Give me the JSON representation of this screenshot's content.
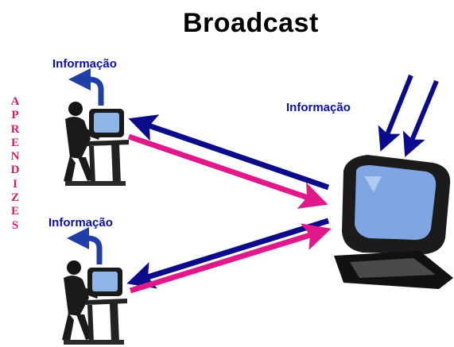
{
  "title": "Broadcast",
  "labels": {
    "info_top": "Informação",
    "info_right": "Informação",
    "info_bottom": "Informação"
  },
  "side_word": [
    "A",
    "P",
    "R",
    "E",
    "N",
    "D",
    "I",
    "Z",
    "E",
    "S"
  ],
  "colors": {
    "navy": "#0a0a8a",
    "magenta": "#e0188a",
    "label_blue": "#0a10a0",
    "side_red": "#d81b6a"
  }
}
